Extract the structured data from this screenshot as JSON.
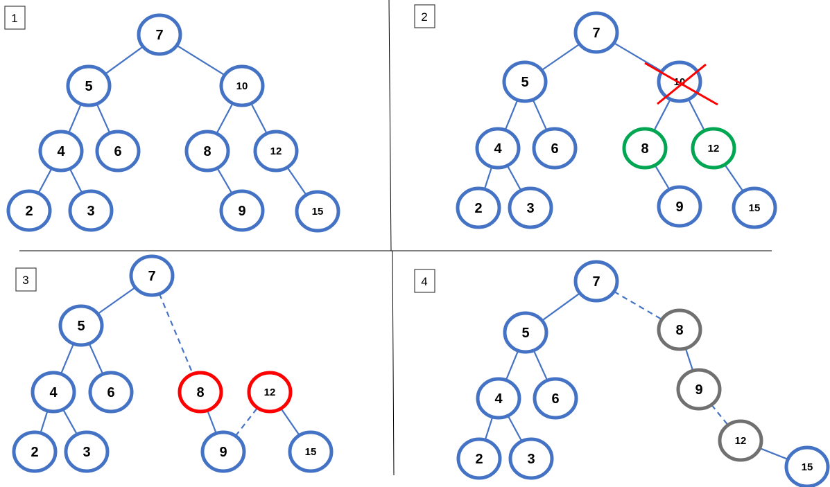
{
  "colors": {
    "node_default": "#4472C4",
    "node_green": "#00A651",
    "node_red": "#FF0000",
    "node_gray": "#707070",
    "edge": "#4472C4",
    "cross": "#FF0000"
  },
  "panels": [
    {
      "id": "1",
      "label": "1",
      "nodes": [
        {
          "id": "n7",
          "text": "7",
          "style": "default"
        },
        {
          "id": "n5",
          "text": "5",
          "style": "default"
        },
        {
          "id": "n10",
          "text": "10",
          "style": "default"
        },
        {
          "id": "n4",
          "text": "4",
          "style": "default"
        },
        {
          "id": "n6",
          "text": "6",
          "style": "default"
        },
        {
          "id": "n8",
          "text": "8",
          "style": "default"
        },
        {
          "id": "n12",
          "text": "12",
          "style": "default"
        },
        {
          "id": "n2",
          "text": "2",
          "style": "default"
        },
        {
          "id": "n3",
          "text": "3",
          "style": "default"
        },
        {
          "id": "n9",
          "text": "9",
          "style": "default"
        },
        {
          "id": "n15",
          "text": "15",
          "style": "default"
        }
      ],
      "edges": [
        {
          "from": "n7",
          "to": "n5",
          "style": "solid"
        },
        {
          "from": "n7",
          "to": "n10",
          "style": "solid"
        },
        {
          "from": "n5",
          "to": "n4",
          "style": "solid"
        },
        {
          "from": "n5",
          "to": "n6",
          "style": "solid"
        },
        {
          "from": "n10",
          "to": "n8",
          "style": "solid"
        },
        {
          "from": "n10",
          "to": "n12",
          "style": "solid"
        },
        {
          "from": "n4",
          "to": "n2",
          "style": "solid"
        },
        {
          "from": "n4",
          "to": "n3",
          "style": "solid"
        },
        {
          "from": "n8",
          "to": "n9",
          "style": "solid"
        },
        {
          "from": "n12",
          "to": "n15",
          "style": "solid"
        }
      ]
    },
    {
      "id": "2",
      "label": "2",
      "nodes": [
        {
          "id": "n7",
          "text": "7",
          "style": "default"
        },
        {
          "id": "n5",
          "text": "5",
          "style": "default"
        },
        {
          "id": "n10",
          "text": "10",
          "style": "default",
          "crossed": true
        },
        {
          "id": "n4",
          "text": "4",
          "style": "default"
        },
        {
          "id": "n6",
          "text": "6",
          "style": "default"
        },
        {
          "id": "n8",
          "text": "8",
          "style": "green"
        },
        {
          "id": "n12",
          "text": "12",
          "style": "green"
        },
        {
          "id": "n2",
          "text": "2",
          "style": "default"
        },
        {
          "id": "n3",
          "text": "3",
          "style": "default"
        },
        {
          "id": "n9",
          "text": "9",
          "style": "default"
        },
        {
          "id": "n15",
          "text": "15",
          "style": "default"
        }
      ],
      "edges": [
        {
          "from": "n7",
          "to": "n5",
          "style": "solid"
        },
        {
          "from": "n7",
          "to": "n10",
          "style": "solid"
        },
        {
          "from": "n5",
          "to": "n4",
          "style": "solid"
        },
        {
          "from": "n5",
          "to": "n6",
          "style": "solid"
        },
        {
          "from": "n10",
          "to": "n8",
          "style": "solid"
        },
        {
          "from": "n10",
          "to": "n12",
          "style": "solid"
        },
        {
          "from": "n4",
          "to": "n2",
          "style": "solid"
        },
        {
          "from": "n4",
          "to": "n3",
          "style": "solid"
        },
        {
          "from": "n8",
          "to": "n9",
          "style": "solid"
        },
        {
          "from": "n12",
          "to": "n15",
          "style": "solid"
        }
      ]
    },
    {
      "id": "3",
      "label": "3",
      "nodes": [
        {
          "id": "n7",
          "text": "7",
          "style": "default"
        },
        {
          "id": "n5",
          "text": "5",
          "style": "default"
        },
        {
          "id": "n4",
          "text": "4",
          "style": "default"
        },
        {
          "id": "n6",
          "text": "6",
          "style": "default"
        },
        {
          "id": "n8",
          "text": "8",
          "style": "red"
        },
        {
          "id": "n12",
          "text": "12",
          "style": "red"
        },
        {
          "id": "n2",
          "text": "2",
          "style": "default"
        },
        {
          "id": "n3",
          "text": "3",
          "style": "default"
        },
        {
          "id": "n9",
          "text": "9",
          "style": "default"
        },
        {
          "id": "n15",
          "text": "15",
          "style": "default"
        }
      ],
      "edges": [
        {
          "from": "n7",
          "to": "n5",
          "style": "solid"
        },
        {
          "from": "n7",
          "to": "n8",
          "style": "dashed"
        },
        {
          "from": "n5",
          "to": "n4",
          "style": "solid"
        },
        {
          "from": "n5",
          "to": "n6",
          "style": "solid"
        },
        {
          "from": "n4",
          "to": "n2",
          "style": "solid"
        },
        {
          "from": "n4",
          "to": "n3",
          "style": "solid"
        },
        {
          "from": "n8",
          "to": "n9",
          "style": "solid"
        },
        {
          "from": "n9",
          "to": "n12",
          "style": "dashed"
        },
        {
          "from": "n12",
          "to": "n15",
          "style": "solid"
        }
      ]
    },
    {
      "id": "4",
      "label": "4",
      "nodes": [
        {
          "id": "n7",
          "text": "7",
          "style": "default"
        },
        {
          "id": "n5",
          "text": "5",
          "style": "default"
        },
        {
          "id": "n8",
          "text": "8",
          "style": "gray"
        },
        {
          "id": "n4",
          "text": "4",
          "style": "default"
        },
        {
          "id": "n6",
          "text": "6",
          "style": "default"
        },
        {
          "id": "n9",
          "text": "9",
          "style": "gray"
        },
        {
          "id": "n12",
          "text": "12",
          "style": "gray"
        },
        {
          "id": "n2",
          "text": "2",
          "style": "default"
        },
        {
          "id": "n3",
          "text": "3",
          "style": "default"
        },
        {
          "id": "n15",
          "text": "15",
          "style": "default"
        }
      ],
      "edges": [
        {
          "from": "n7",
          "to": "n5",
          "style": "solid"
        },
        {
          "from": "n7",
          "to": "n8",
          "style": "dashed"
        },
        {
          "from": "n5",
          "to": "n4",
          "style": "solid"
        },
        {
          "from": "n5",
          "to": "n6",
          "style": "solid"
        },
        {
          "from": "n4",
          "to": "n2",
          "style": "solid"
        },
        {
          "from": "n4",
          "to": "n3",
          "style": "solid"
        },
        {
          "from": "n8",
          "to": "n9",
          "style": "solid"
        },
        {
          "from": "n9",
          "to": "n12",
          "style": "dashed"
        },
        {
          "from": "n12",
          "to": "n15",
          "style": "solid"
        }
      ]
    }
  ]
}
